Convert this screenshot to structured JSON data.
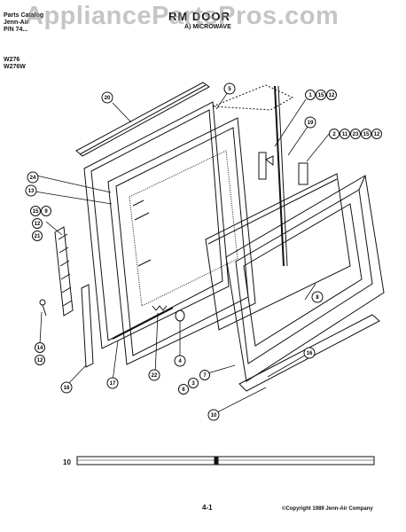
{
  "header": {
    "line1": "Parts Catalog",
    "line2": "Jenn-Air",
    "line3": "P/N 74...",
    "title": "RM DOOR",
    "subtitle": "A) MICROWAVE"
  },
  "watermark": "AppliancePartsPros.com",
  "models": [
    "W276",
    "W276W"
  ],
  "callouts": [
    {
      "id": "c20",
      "label": "20"
    },
    {
      "id": "c5",
      "label": "5"
    },
    {
      "id": "c1",
      "label": "1"
    },
    {
      "id": "c15a",
      "label": "15"
    },
    {
      "id": "c12a",
      "label": "12"
    },
    {
      "id": "c19",
      "label": "19"
    },
    {
      "id": "c2",
      "label": "2"
    },
    {
      "id": "c11",
      "label": "11"
    },
    {
      "id": "c23",
      "label": "23"
    },
    {
      "id": "c15b",
      "label": "15"
    },
    {
      "id": "c12b",
      "label": "12"
    },
    {
      "id": "c24",
      "label": "24"
    },
    {
      "id": "c13",
      "label": "13"
    },
    {
      "id": "c15c",
      "label": "15"
    },
    {
      "id": "c9",
      "label": "9"
    },
    {
      "id": "c12c",
      "label": "12"
    },
    {
      "id": "c21",
      "label": "21"
    },
    {
      "id": "c8",
      "label": "8"
    },
    {
      "id": "c14",
      "label": "14"
    },
    {
      "id": "c12d",
      "label": "12"
    },
    {
      "id": "c18",
      "label": "18"
    },
    {
      "id": "c17",
      "label": "17"
    },
    {
      "id": "c22",
      "label": "22"
    },
    {
      "id": "c4",
      "label": "4"
    },
    {
      "id": "c7",
      "label": "7"
    },
    {
      "id": "c3",
      "label": "3"
    },
    {
      "id": "c6",
      "label": "6"
    },
    {
      "id": "c16",
      "label": "16"
    },
    {
      "id": "c10",
      "label": "10"
    }
  ],
  "scale_label": "10",
  "footer": {
    "page": "4-1",
    "copyright": "©Copyright 1989 Jenn-Air Company"
  }
}
